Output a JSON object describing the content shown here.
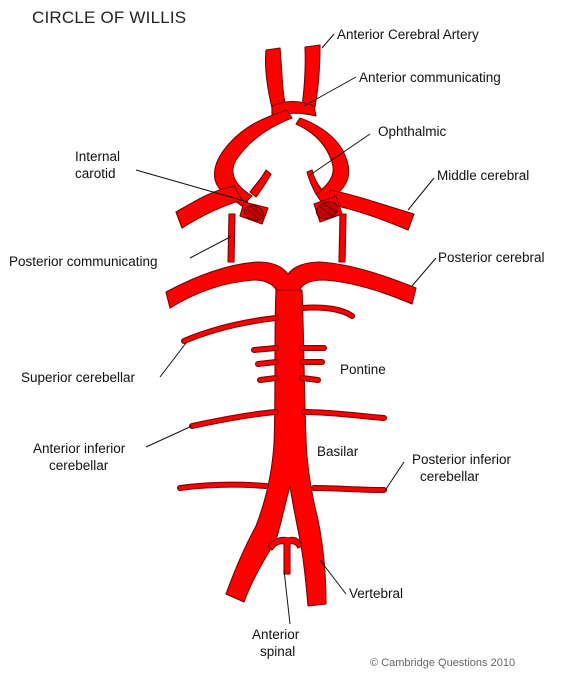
{
  "title": "CIRCLE OF WILLIS",
  "copyright": "© Cambridge Questions 2010",
  "colors": {
    "vessel": "#ff0000",
    "vessel_outline": "#7a0000",
    "text": "#111111",
    "background": "#ffffff"
  },
  "labels": {
    "anterior_cerebral_artery": "Anterior Cerebral Artery",
    "anterior_communicating": "Anterior communicating",
    "ophthalmic": "Ophthalmic",
    "internal_carotid_line1": "Internal",
    "internal_carotid_line2": "carotid",
    "middle_cerebral": "Middle cerebral",
    "posterior_communicating": "Posterior communicating",
    "posterior_cerebral": "Posterior cerebral",
    "superior_cerebellar": "Superior cerebellar",
    "pontine": "Pontine",
    "anterior_inferior_cerebellar_line1": "Anterior inferior",
    "anterior_inferior_cerebellar_line2": "cerebellar",
    "basilar": "Basilar",
    "posterior_inferior_cerebellar_line1": "Posterior inferior",
    "posterior_inferior_cerebellar_line2": "cerebellar",
    "vertebral": "Vertebral",
    "anterior_spinal_line1": "Anterior",
    "anterior_spinal_line2": "spinal"
  }
}
